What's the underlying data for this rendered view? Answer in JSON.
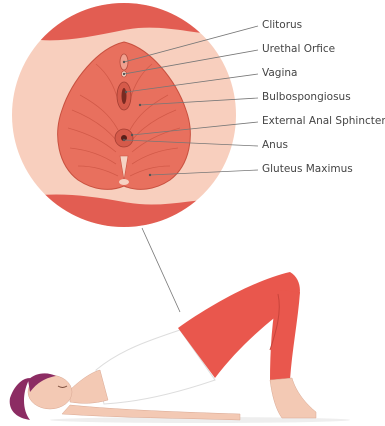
{
  "labels": [
    "Clitorus",
    "Urethal Orfice",
    "Vagina",
    "Bulbospongiosus",
    "External Anal Sphincter",
    "Anus",
    "Gluteus Maximus"
  ],
  "colors": {
    "circle_bg": "#f8cfbe",
    "skin": "#f3c9b4",
    "muscle": "#e8705e",
    "muscle_dark": "#c8503f",
    "band": "#e25d52",
    "leggings": "#e9574d",
    "shirt": "#ffffff",
    "hair": "#8c2c63",
    "leader": "#777777"
  }
}
